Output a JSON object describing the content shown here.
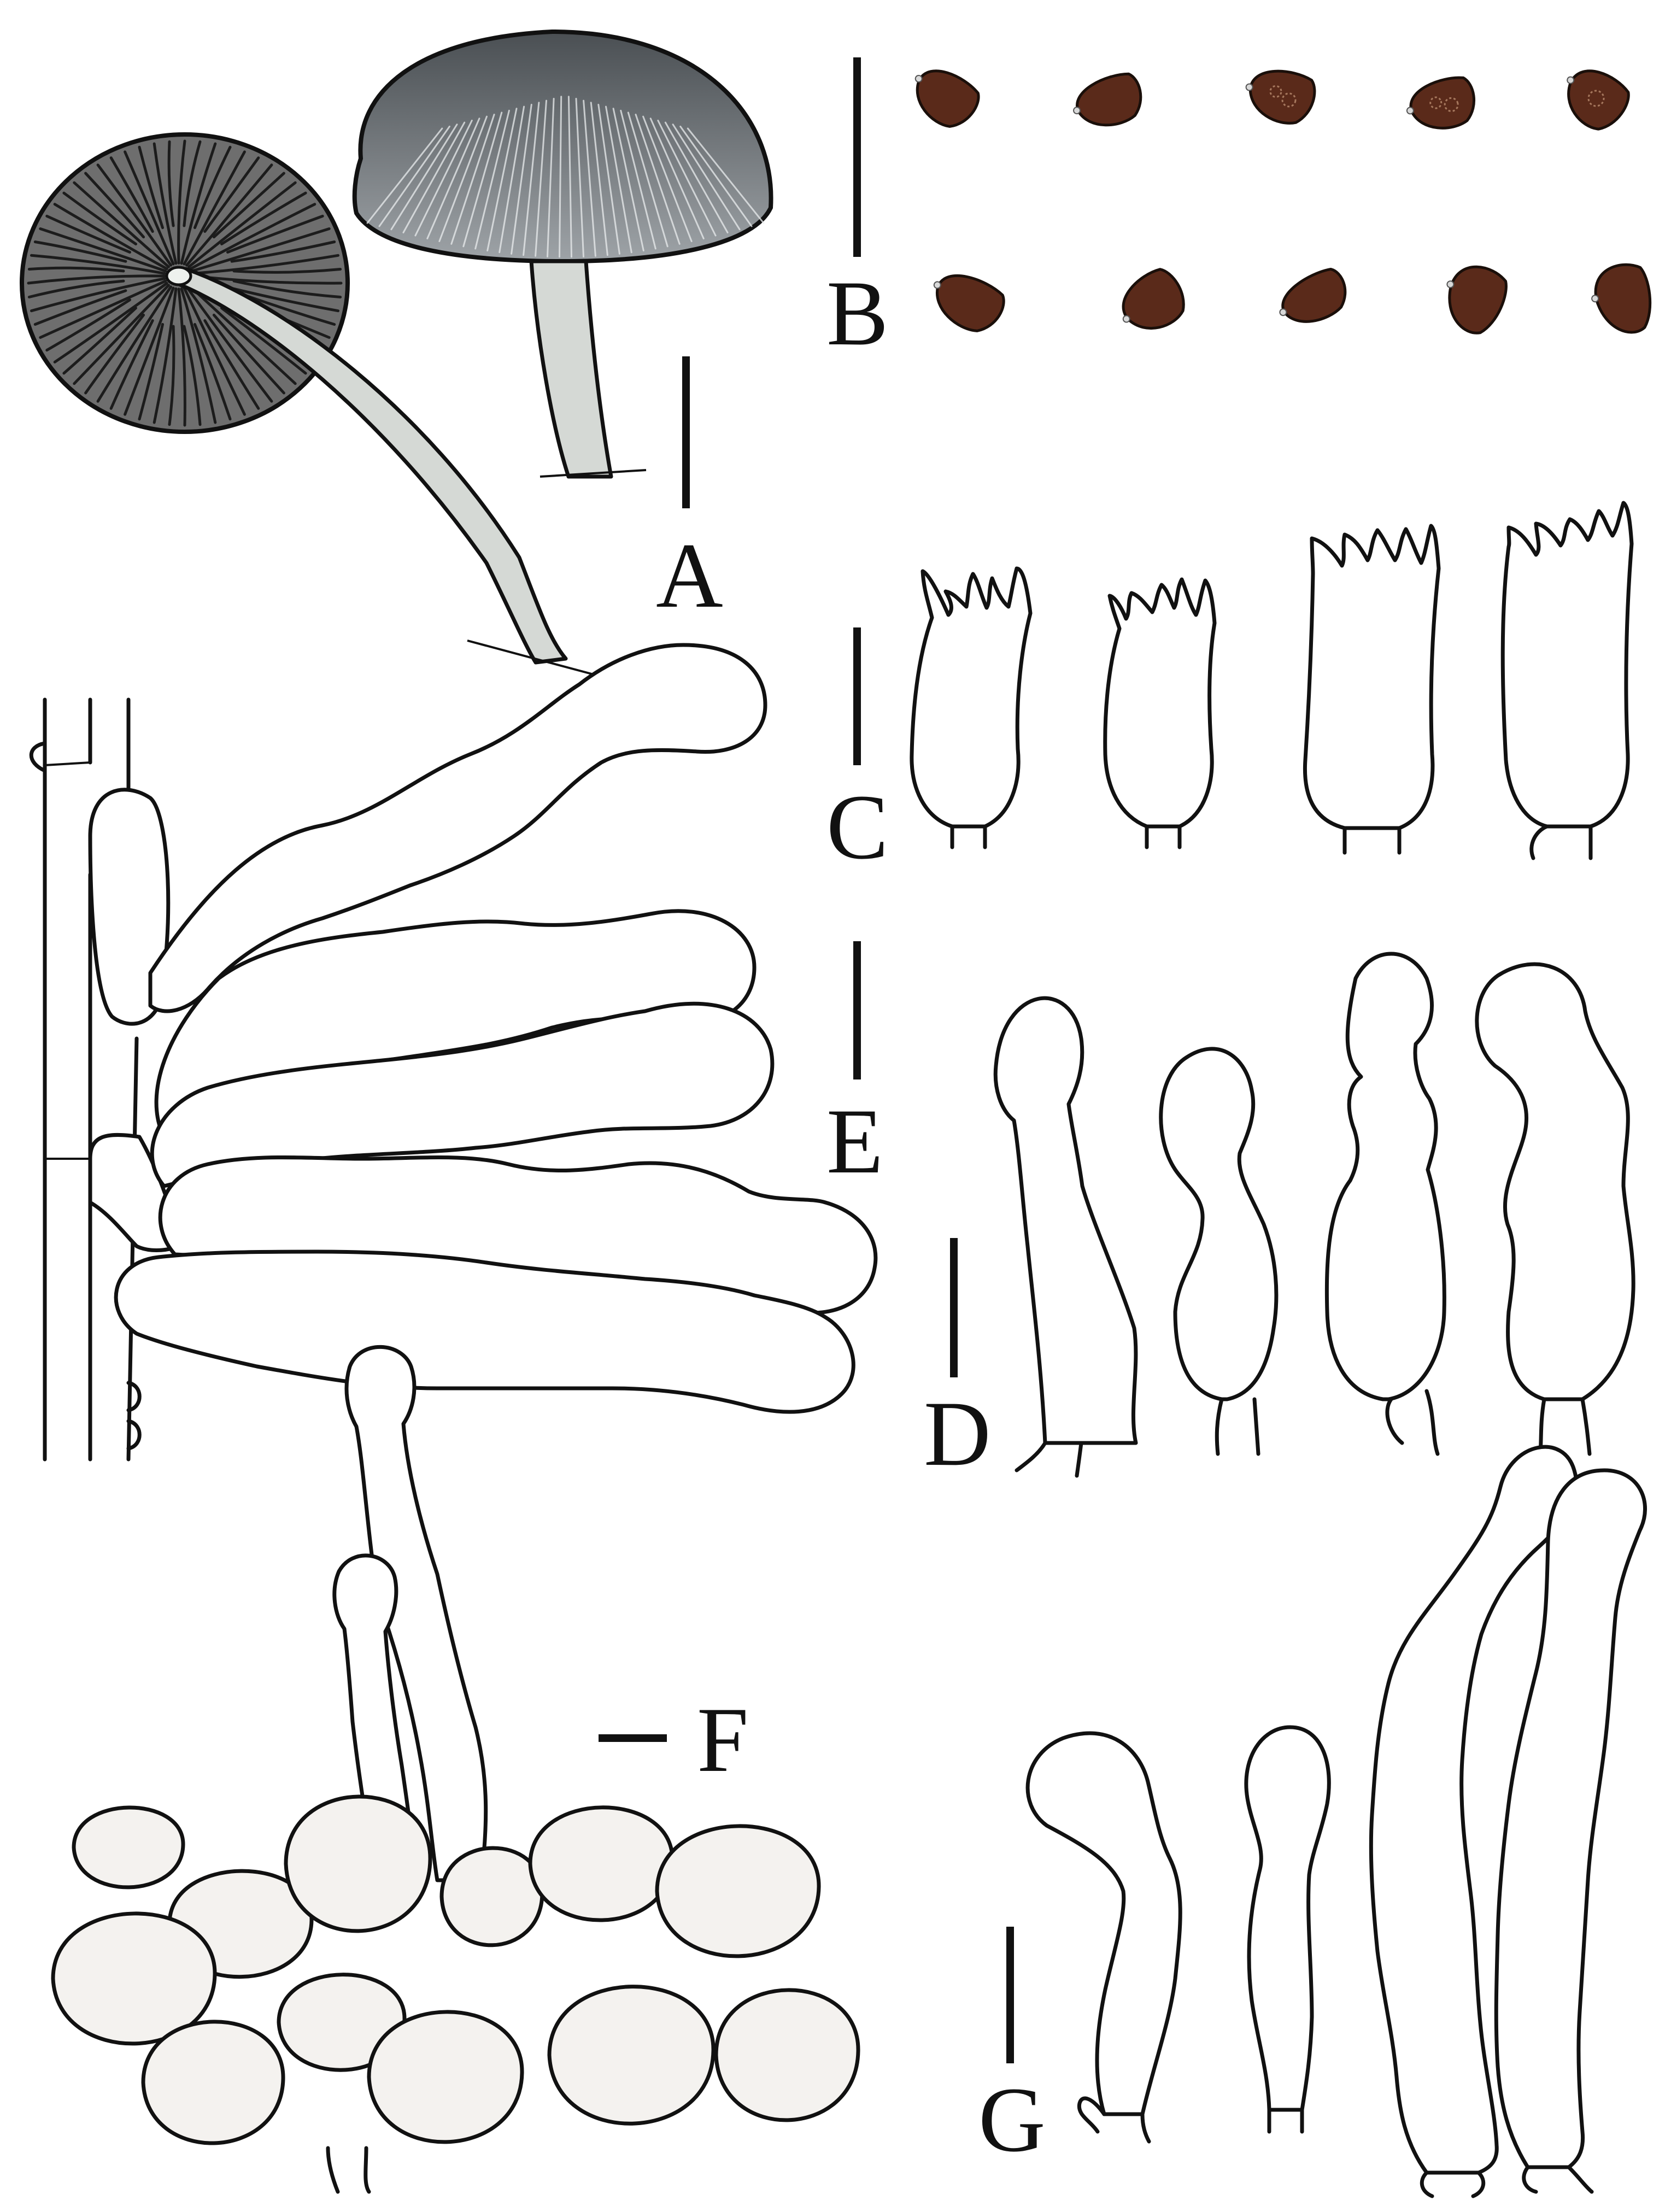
{
  "plate": {
    "labels": {
      "a": "A",
      "b": "B",
      "c": "C",
      "d": "D",
      "e": "E",
      "f": "F",
      "g": "G"
    }
  },
  "colors": {
    "cap_top_dark": "#4a4f53",
    "cap_top_light": "#9ea3a7",
    "cap_underside": "#6e6e6e",
    "gill_lines": "#1c1c1c",
    "stipe": "#d5d9d5",
    "spore_fill": "#5a2a1a",
    "cell_fill": "#f4f2ef",
    "outline": "#111111",
    "background": "#ffffff"
  }
}
